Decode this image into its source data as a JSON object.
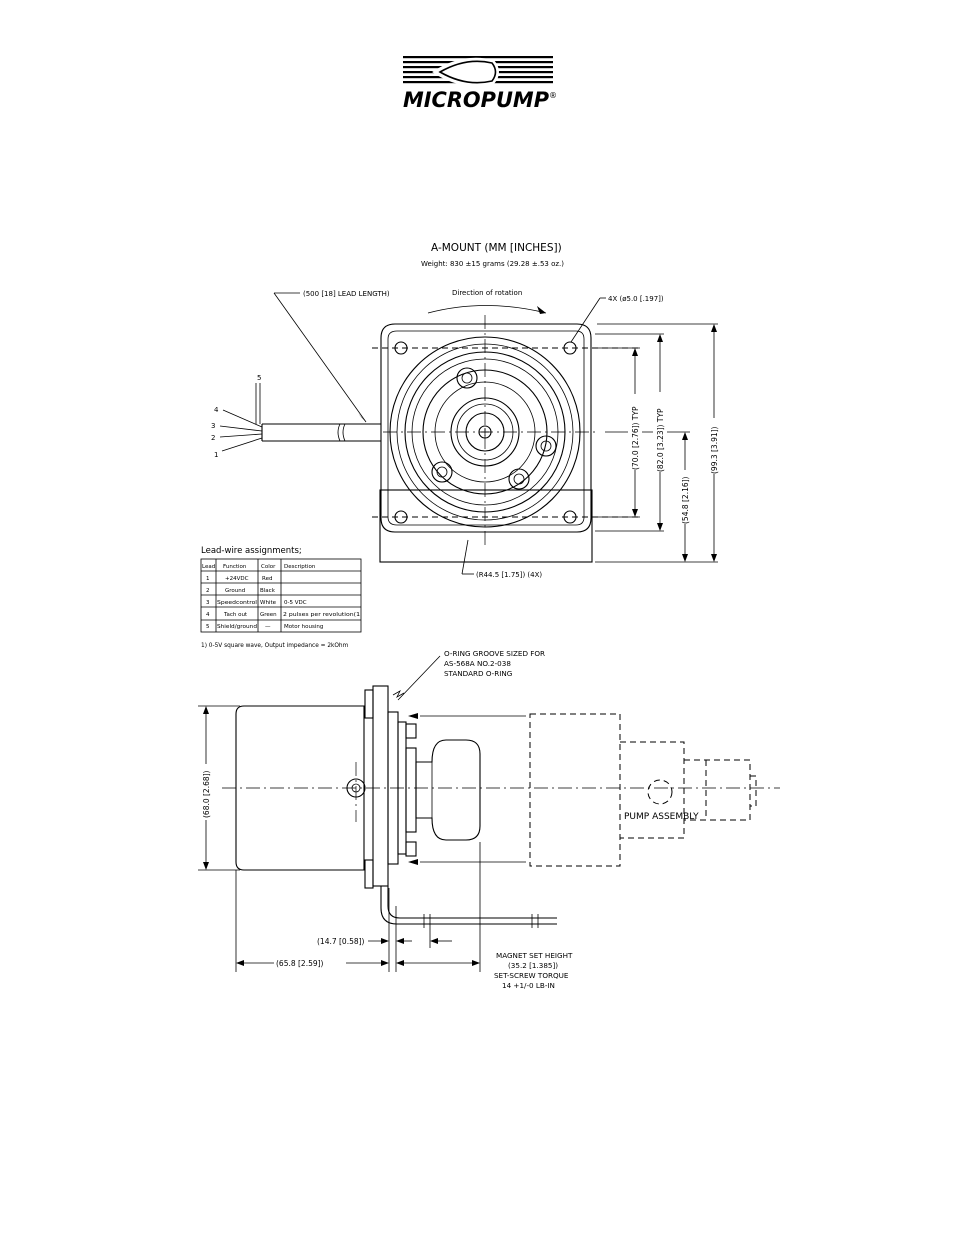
{
  "logo": {
    "text": "MICROPUMP",
    "registered": "®"
  },
  "front_view": {
    "title": "A-MOUNT (MM [INCHES])",
    "weight": "Weight: 830 ±15 grams (29.28 ±.53 oz.)",
    "lead_length": "(500 [18] LEAD LENGTH)",
    "rotation": "Direction of rotation",
    "holes": "4X (ø5.0 [.197])",
    "radius": "(R44.5 [1.75]) (4X)",
    "dims": {
      "d70": "(70.0 [2.76]) TYP",
      "d82": "(82.0 [3.23]) TYP",
      "d548": "(54.8 [2.16])",
      "d993": "(99.3 [3.91])"
    },
    "lead_numbers": [
      "5",
      "4",
      "3",
      "2",
      "1"
    ]
  },
  "lead_table": {
    "title": "Lead-wire assignments;",
    "headers": [
      "Lead",
      "Function",
      "Color",
      "Description"
    ],
    "rows": [
      [
        "1",
        "+24VDC",
        "Red",
        ""
      ],
      [
        "2",
        "Ground",
        "Black",
        ""
      ],
      [
        "3",
        "Speedcontrol",
        "White",
        "0-5 VDC"
      ],
      [
        "4",
        "Tach out",
        "Green",
        "2 pulses per revolution(1"
      ],
      [
        "5",
        "Shield/ground",
        "—",
        "Motor housing"
      ]
    ],
    "footnote": "1) 0-5V square wave, Output impedance = 2kOhm"
  },
  "side_view": {
    "oring": [
      "O-RING GROOVE SIZED FOR",
      "AS-568A NO.2-038",
      "STANDARD O-RING"
    ],
    "d680": "(68.0 [2.68])",
    "d147": "(14.7 [0.58])",
    "d658": "(65.8 [2.59])",
    "magnet": [
      "MAGNET SET HEIGHT",
      "(35.2 [1.385])",
      "SET-SCREW TORQUE",
      "14 +1/-0 LB-IN"
    ],
    "pump": "PUMP ASSEMBLY"
  }
}
